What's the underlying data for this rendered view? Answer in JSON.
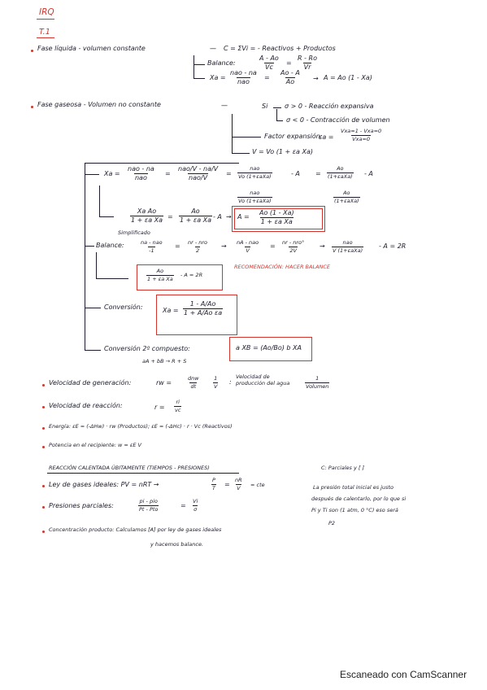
{
  "header": {
    "title": "IRQ",
    "section": "T.1"
  },
  "liquid": {
    "label": "Fase líquida - volumen constante",
    "sum": "C = ΣVi = - Reactivos + Productos",
    "balance_label": "Balance:",
    "balance_f1_num": "A - Ao",
    "balance_f1_den": "Vc",
    "balance_f2_num": "R - Ro",
    "balance_f2_den": "Vr",
    "xa_label": "Xa =",
    "xa_f1_num": "nao - na",
    "xa_f1_den": "nao",
    "xa_f2_num": "Ao - A",
    "xa_f2_den": "Ao",
    "xa_result": "A = Ao (1 - Xa)"
  },
  "gas": {
    "label": "Fase gaseosa - Volumen no constante",
    "si": "Si",
    "expansive": "σ > 0 - Reacción expansiva",
    "contraction": "σ < 0 - Contracción de volumen",
    "factor_label": "Factor expansión:",
    "factor_eps": "εa =",
    "factor_num": "Vxa=1 - Vxa=0",
    "factor_den": "Vxa=0",
    "volume": "V = Vo (1 + εa Xa)"
  },
  "xa_block": {
    "label": "Xa =",
    "f1_num": "nao - na",
    "f1_den": "nao",
    "f2_num": "nao/V - na/V",
    "f2_den": "nao/V",
    "f3_num": "nao",
    "f3_den": "Vo (1+εaXa)",
    "f3_rest": "- A",
    "f4_num": "Ao",
    "f4_den": "(1+εaXa)",
    "f4_rest": "- A",
    "f5_num": "nao",
    "f5_den": "Vo (1+εaXa)",
    "f6_num": "Ao",
    "f6_den": "(1+εaXa)",
    "row2_f1_num": "Xa Ao",
    "row2_f1_den": "1 + εa Xa",
    "row2_f2_num": "Ao",
    "row2_f2_den": "1 + εa Xa",
    "row2_rest": "- A",
    "boxed_lhs": "A =",
    "boxed_num": "Ao (1 - Xa)",
    "boxed_den": "1 + εa Xa",
    "simplified": "Simplificado"
  },
  "balance": {
    "label": "Balance:",
    "f1_num": "na - nao",
    "f1_den": "-1",
    "f2_num": "nr - nro",
    "f2_den": "2",
    "f3_num": "nA - nao",
    "f3_den": "V",
    "f4_num": "nr - nro°",
    "f4_den": "2V",
    "f5_num": "nao",
    "f5_den": "V (1+εaXa)",
    "f5_rest": "- A = 2R",
    "boxed_num": "Ao",
    "boxed_den": "1 + εa Xa",
    "boxed_rest": "- A = 2R",
    "recommendation": "RECOMENDACIÓN: HACER BALANCE"
  },
  "conversion": {
    "label": "Conversión:",
    "xa": "Xa =",
    "num_top": "1 - A/Ao",
    "den_top": "1 + A/Ao εa",
    "label2": "Conversión 2º compuesto:",
    "reaction": "aA + bB → R + S",
    "formula": "a XB = (Ao/Bo) b XA"
  },
  "rates": {
    "generation_label": "Velocidad de generación:",
    "generation_eq": "rw =",
    "gen_f1_num": "dnw",
    "gen_f1_den": "dt",
    "gen_f2_num": "1",
    "gen_f2_den": "V",
    "gen_note": "Velocidad de producción del agua",
    "gen_f3_num": "1",
    "gen_f3_den": "Volumen",
    "reaction_label": "Velocidad de reacción:",
    "reaction_eq": "r =",
    "reaction_num": "ri",
    "reaction_den": "vc",
    "energy": "Energía: εE = (-ΔHw) · rw (Productos);   εE = (-ΔHc) · r · Vc (Reactivos)",
    "power": "Potencia en el recipiente: w = εE V"
  },
  "heated": {
    "title": "REACCIÓN CALENTADA ÚBITAMENTE (TIEMPOS - PRESIONES)",
    "title_rest": "C: Parciales y [ ]",
    "gas_law": "Ley de gases ideales: PV = nRT →",
    "gas_f1_num": "P",
    "gas_f1_den": "T",
    "gas_f2_num": "nR",
    "gas_f2_den": "V",
    "gas_cte": "= cte",
    "partial_label": "Presiones parciales:",
    "partial_f1_num": "pi - pio",
    "partial_f1_den": "Pt - Pto",
    "partial_f2_num": "Vi",
    "partial_f2_den": "σ",
    "note1": "La presión total inicial es justo",
    "note2": "después de calentarlo, por lo que si",
    "note3": "Pi y Ti son (1 atm, 0 °C) eso será",
    "note4": "P2",
    "concentration1": "Concentración producto: Calculamos [A] por ley de gases ideales",
    "concentration2": "y hacemos balance."
  },
  "footer": {
    "scanner": "Escaneado con CamScanner"
  },
  "colors": {
    "ink": "#1c1c2c",
    "red": "#d4342c"
  }
}
